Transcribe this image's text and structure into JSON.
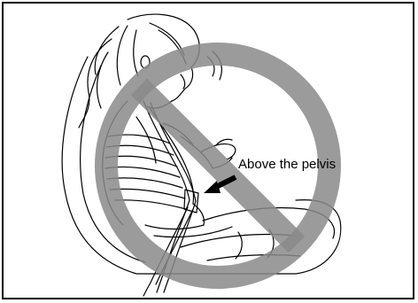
{
  "illustration": {
    "subject": "seat belt lap strap worn incorrectly",
    "prohibition_symbol": "no-sign",
    "prohibition_color": "#8a8a8a",
    "line_color": "#000000"
  },
  "callout": {
    "text": "Above the pelvis"
  }
}
